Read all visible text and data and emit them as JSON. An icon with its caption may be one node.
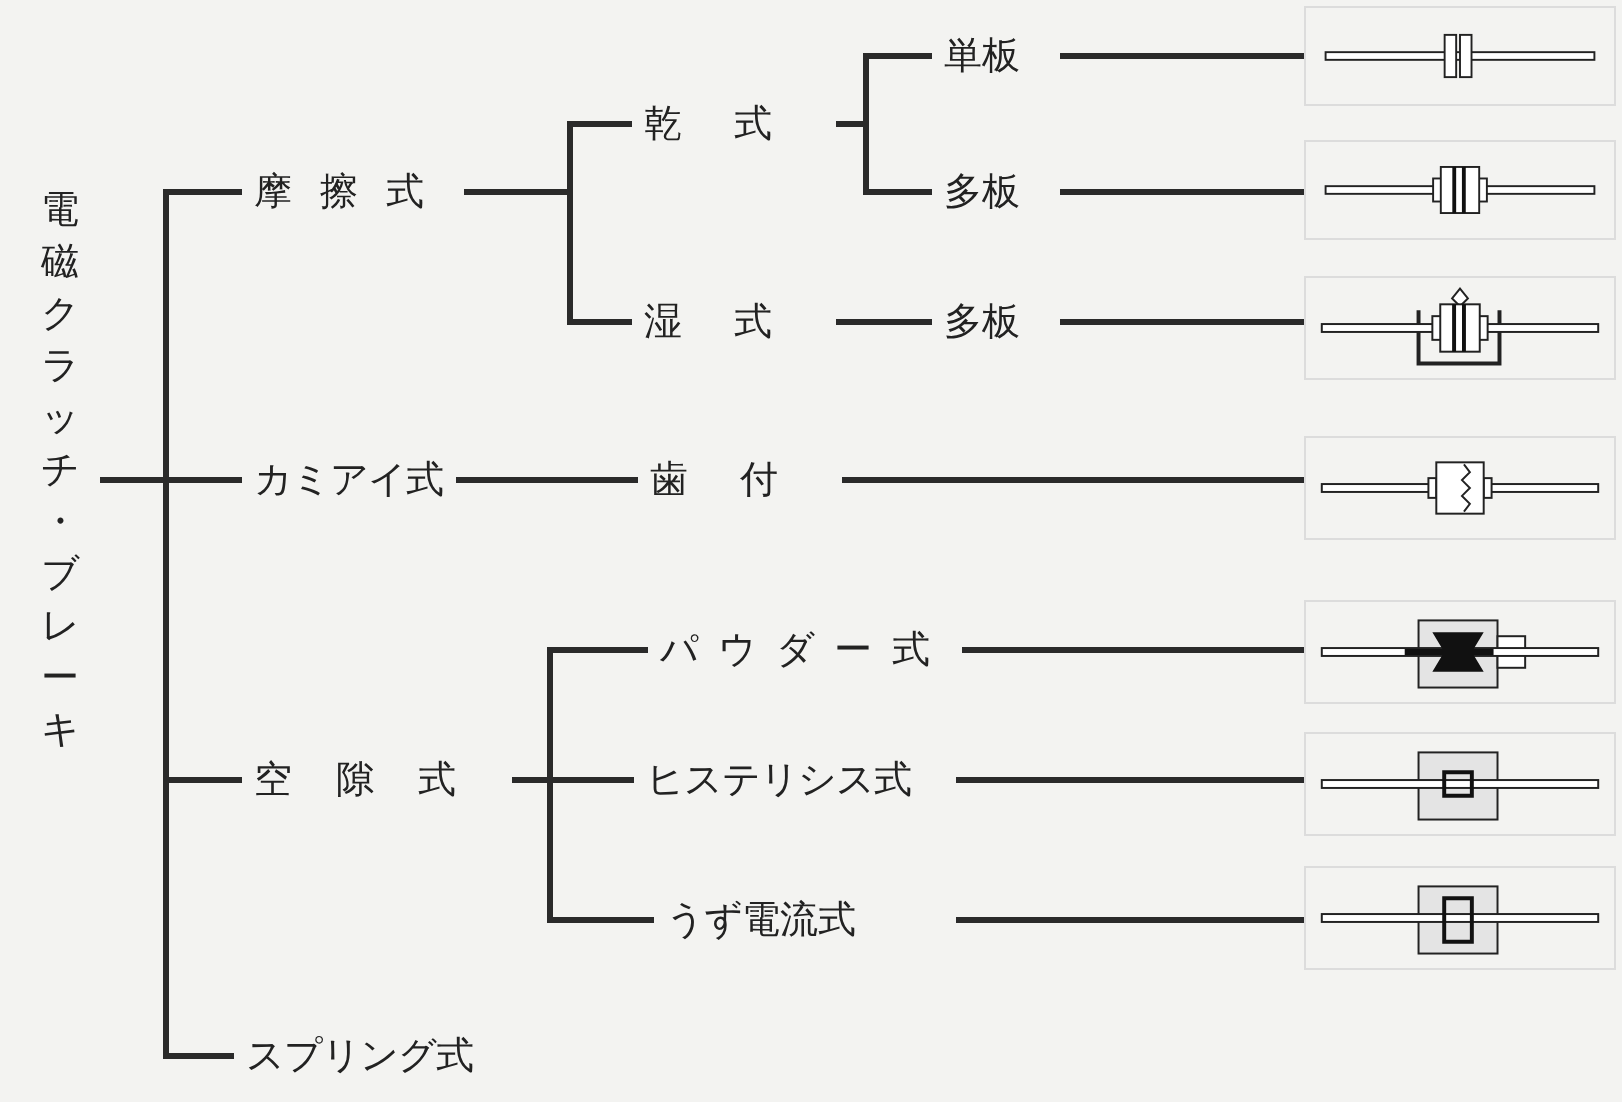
{
  "diagram": {
    "nodes": [
      {
        "text": [
          "電磁クラッチ・ブレーキ"
        ]
      },
      {
        "text": [
          "摩擦式"
        ]
      },
      {
        "text": [
          "乾式"
        ]
      },
      {
        "text": [
          "単板"
        ]
      },
      {
        "text": [
          "多板"
        ]
      },
      {
        "text": [
          "湿式"
        ]
      },
      {
        "text": [
          "多板"
        ]
      },
      {
        "text": [
          "カミアイ式"
        ]
      },
      {
        "text": [
          "歯付"
        ]
      },
      {
        "text": [
          "空隙式"
        ]
      },
      {
        "text": [
          "パウダー式"
        ]
      },
      {
        "text": [
          "ヒステリシス式"
        ]
      },
      {
        "text": [
          "うず電流式"
        ]
      },
      {
        "text": [
          "スプリング式"
        ]
      },
      {
        "text": [],
        "shape": "picture"
      },
      {
        "text": [],
        "shape": "picture"
      },
      {
        "text": [],
        "shape": "picture"
      },
      {
        "text": [],
        "shape": "picture"
      },
      {
        "text": [],
        "shape": "picture"
      },
      {
        "text": [],
        "shape": "picture"
      },
      {
        "text": [],
        "shape": "picture"
      }
    ],
    "edges": [
      {
        "from": 0,
        "to": 1,
        "arrow": "none"
      },
      {
        "from": 0,
        "to": 7,
        "arrow": "none"
      },
      {
        "from": 0,
        "to": 9,
        "arrow": "none"
      },
      {
        "from": 0,
        "to": 13,
        "arrow": "none"
      },
      {
        "from": 1,
        "to": 2,
        "arrow": "none"
      },
      {
        "from": 1,
        "to": 5,
        "arrow": "none"
      },
      {
        "from": 2,
        "to": 3,
        "arrow": "none"
      },
      {
        "from": 2,
        "to": 4,
        "arrow": "none"
      },
      {
        "from": 5,
        "to": 6,
        "arrow": "none"
      },
      {
        "from": 7,
        "to": 8,
        "arrow": "none"
      },
      {
        "from": 9,
        "to": 10,
        "arrow": "none"
      },
      {
        "from": 9,
        "to": 11,
        "arrow": "none"
      },
      {
        "from": 9,
        "to": 12,
        "arrow": "none"
      },
      {
        "from": 3,
        "to": 14,
        "arrow": "none"
      },
      {
        "from": 4,
        "to": 15,
        "arrow": "none"
      },
      {
        "from": 6,
        "to": 16,
        "arrow": "none"
      },
      {
        "from": 8,
        "to": 17,
        "arrow": "none"
      },
      {
        "from": 10,
        "to": 18,
        "arrow": "none"
      },
      {
        "from": 11,
        "to": 19,
        "arrow": "none"
      },
      {
        "from": 12,
        "to": 20,
        "arrow": "none"
      }
    ]
  }
}
